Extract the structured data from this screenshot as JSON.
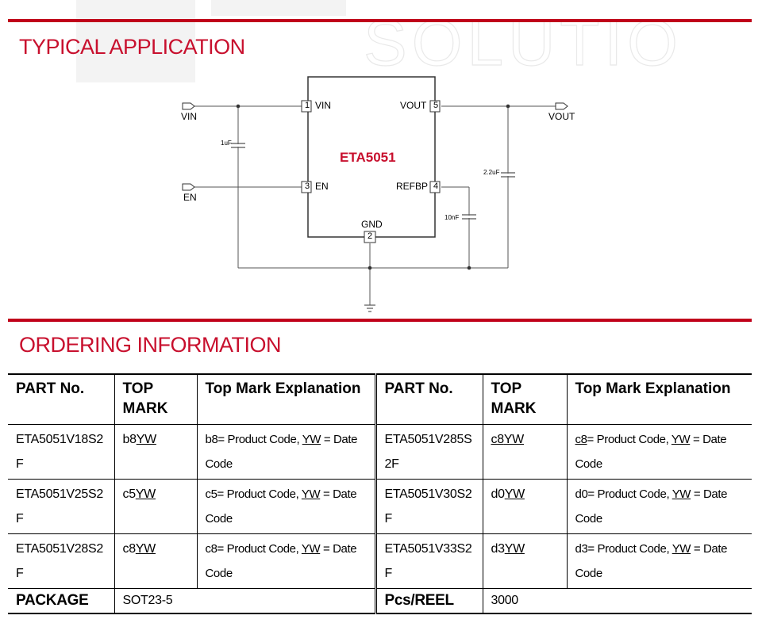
{
  "watermark": {
    "text": "SOLUTIONS"
  },
  "sections": {
    "typical_application": "TYPICAL APPLICATION",
    "ordering_information": "ORDERING INFORMATION"
  },
  "circuit": {
    "chip_name": "ETA5051",
    "pins": {
      "vin": {
        "num": "1",
        "name": "VIN"
      },
      "gnd": {
        "num": "2",
        "name": "GND"
      },
      "en": {
        "num": "3",
        "name": "EN"
      },
      "refbp": {
        "num": "4",
        "name": "REFBP"
      },
      "vout": {
        "num": "5",
        "name": "VOUT"
      }
    },
    "ports": {
      "vin": "VIN",
      "en": "EN",
      "vout": "VOUT"
    },
    "caps": {
      "c_in": "1uF",
      "c_out": "2.2uF",
      "c_ref": "10nF"
    }
  },
  "table": {
    "headers": [
      "PART No.",
      "TOP MARK",
      "Top Mark Explanation",
      "PART No.",
      "TOP MARK",
      "Top Mark Explanation"
    ],
    "rows": [
      {
        "left": {
          "part": "ETA5051V18S2F",
          "mark_code": "b8",
          "mark_yw": "YW",
          "expl_code": "b8",
          "expl_rest": "= Product Code, ",
          "expl_yw": "YW",
          "expl_tail": " = Date Code"
        },
        "right": {
          "part": "ETA5051V285S2F",
          "mark_code": "c8",
          "mark_yw": "YW",
          "expl_code": "c8",
          "expl_rest": "= Product Code, ",
          "expl_yw": "YW",
          "expl_tail": " = Date Code"
        }
      },
      {
        "left": {
          "part": "ETA5051V25S2F",
          "mark_code": "c5",
          "mark_yw": "YW",
          "expl_code": "c5",
          "expl_rest": "= Product Code, ",
          "expl_yw": "YW",
          "expl_tail": " = Date Code"
        },
        "right": {
          "part": "ETA5051V30S2F",
          "mark_code": "d0",
          "mark_yw": "YW",
          "expl_code": "d0",
          "expl_rest": "= Product Code, ",
          "expl_yw": "YW",
          "expl_tail": " = Date Code"
        }
      },
      {
        "left": {
          "part": "ETA5051V28S2F",
          "mark_code": "c8",
          "mark_yw": "YW",
          "expl_code": "c8",
          "expl_rest": "= Product Code, ",
          "expl_yw": "YW",
          "expl_tail": " = Date Code"
        },
        "right": {
          "part": "ETA5051V33S2F",
          "mark_code": "d3",
          "mark_yw": "YW",
          "expl_code": "d3",
          "expl_rest": "= Product Code, ",
          "expl_yw": "YW",
          "expl_tail": " = Date Code"
        }
      }
    ],
    "footer": {
      "package_label": "PACKAGE",
      "package_value": "SOT23-5",
      "reel_label": "Pcs/REEL",
      "reel_value": "3000"
    }
  }
}
